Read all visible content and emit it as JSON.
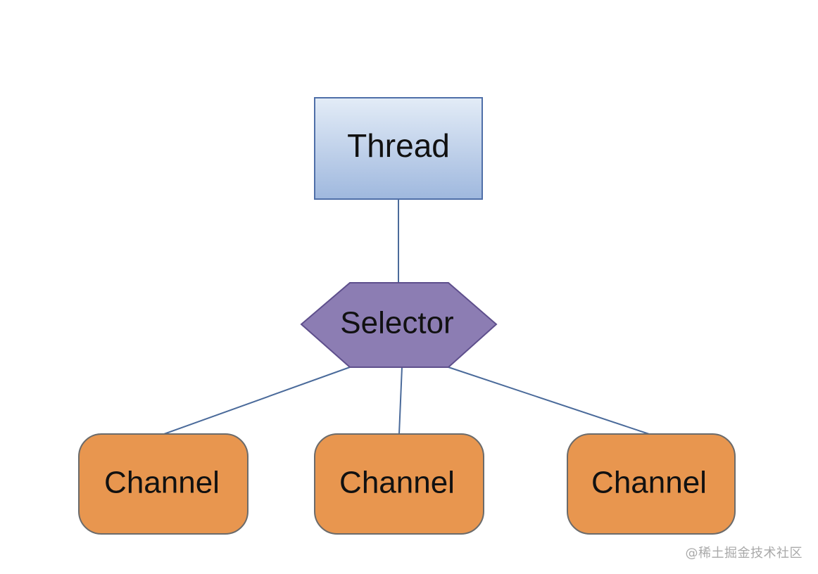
{
  "nodes": {
    "thread": {
      "label": "Thread",
      "fill_top": "#e3ecf7",
      "fill_bottom": "#9fb8de",
      "stroke": "#4f6fa8"
    },
    "selector": {
      "label": "Selector",
      "fill": "#8c7db3",
      "stroke": "#5e4f8c"
    },
    "channels": [
      {
        "label": "Channel"
      },
      {
        "label": "Channel"
      },
      {
        "label": "Channel"
      }
    ],
    "channel_style": {
      "fill": "#e8964f",
      "stroke": "#6b6b6b"
    }
  },
  "edges": [
    {
      "from": "thread",
      "to": "selector"
    },
    {
      "from": "selector",
      "to": "channel-1"
    },
    {
      "from": "selector",
      "to": "channel-2"
    },
    {
      "from": "selector",
      "to": "channel-3"
    }
  ],
  "edge_color": "#4a6a9a",
  "watermark": "@稀土掘金技术社区"
}
